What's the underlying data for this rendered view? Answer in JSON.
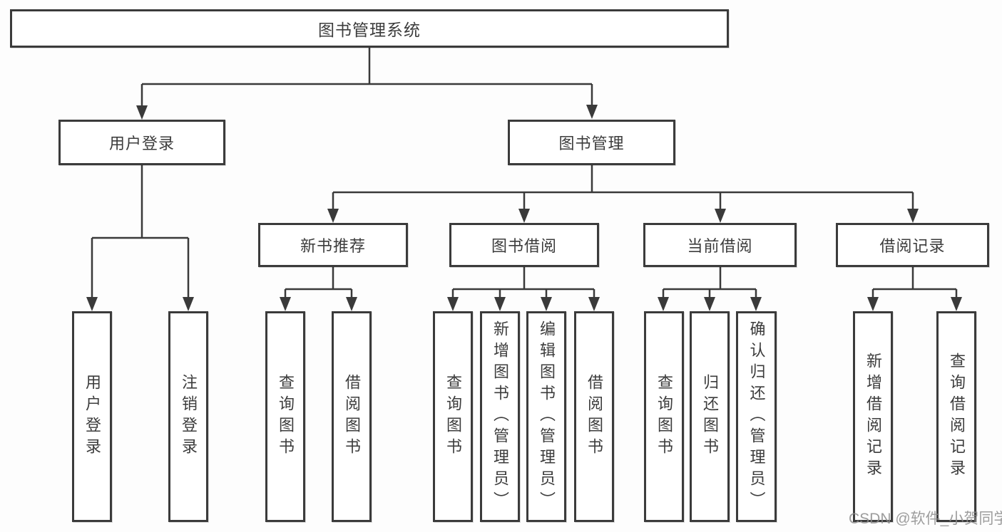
{
  "diagram": {
    "root": "图书管理系统",
    "branches": [
      {
        "label": "用户登录",
        "children": [
          {
            "label": "用户登录"
          },
          {
            "label": "注销登录"
          }
        ]
      },
      {
        "label": "图书管理",
        "children": [
          {
            "label": "新书推荐",
            "children": [
              {
                "label": "查询图书"
              },
              {
                "label": "借阅图书"
              }
            ]
          },
          {
            "label": "图书借阅",
            "children": [
              {
                "label": "查询图书"
              },
              {
                "label": "新增图书（管理员）"
              },
              {
                "label": "编辑图书（管理员）"
              },
              {
                "label": "借阅图书"
              }
            ]
          },
          {
            "label": "当前借阅",
            "children": [
              {
                "label": "查询图书"
              },
              {
                "label": "归还图书"
              },
              {
                "label": "确认归还（管理员）"
              }
            ]
          },
          {
            "label": "借阅记录",
            "children": [
              {
                "label": "新增借阅记录"
              },
              {
                "label": "查询借阅记录"
              }
            ]
          }
        ]
      }
    ]
  },
  "watermark": "CSDN @软件_小贺同学",
  "colors": {
    "line": "#3a3a3a",
    "border": "#3b3b3b",
    "text": "#3c3c3c",
    "watermark_gray": "#8c8c8c"
  }
}
